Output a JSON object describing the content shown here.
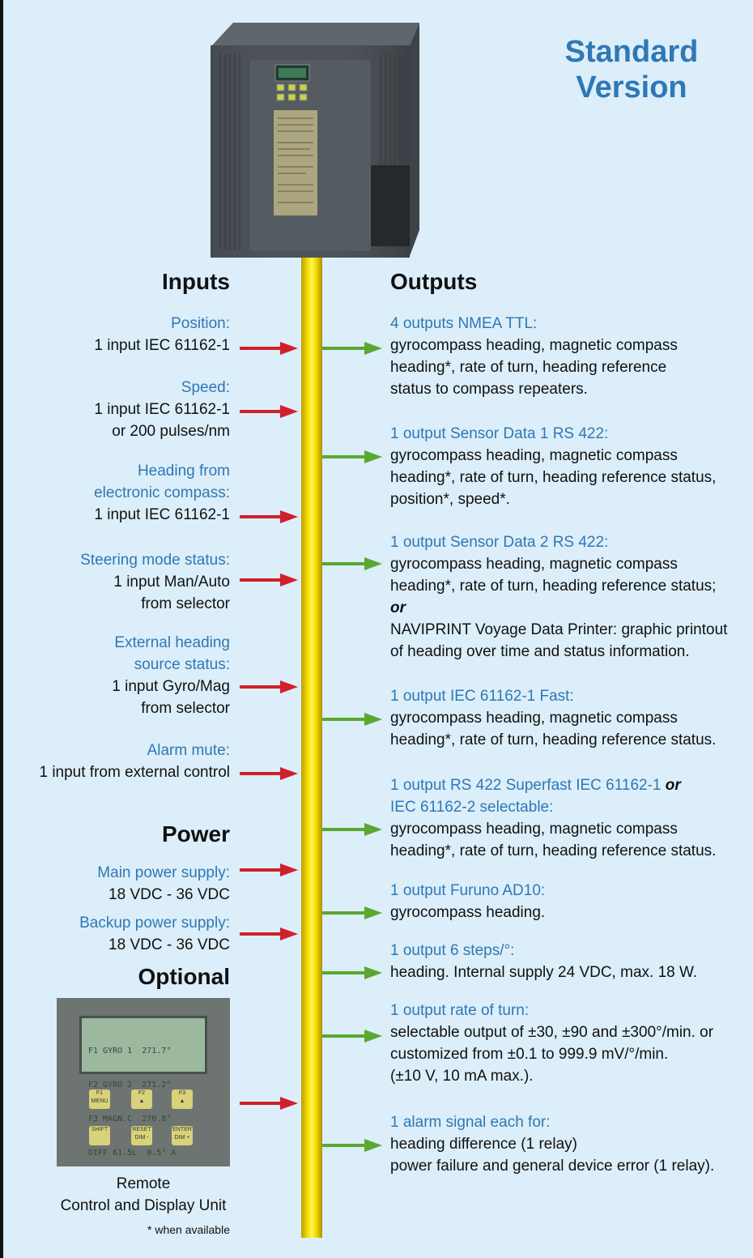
{
  "title": {
    "line1": "Standard",
    "line2": "Version"
  },
  "inputs_heading": "Inputs",
  "outputs_heading": "Outputs",
  "power_heading": "Power",
  "optional_heading": "Optional",
  "inputs": [
    {
      "label": "Position:",
      "lines": [
        "1 input IEC 61162-1"
      ]
    },
    {
      "label": "Speed:",
      "lines": [
        "1 input IEC 61162-1",
        "or 200 pulses/nm"
      ]
    },
    {
      "label_lines": [
        "Heading from",
        "electronic compass:"
      ],
      "lines": [
        "1 input IEC 61162-1"
      ]
    },
    {
      "label": "Steering mode status:",
      "lines": [
        "1 input Man/Auto",
        "from selector"
      ]
    },
    {
      "label_lines": [
        "External heading",
        "source status:"
      ],
      "lines": [
        "1 input Gyro/Mag",
        "from selector"
      ]
    },
    {
      "label": "Alarm mute:",
      "lines": [
        "1  input from external control"
      ]
    }
  ],
  "power": [
    {
      "label": "Main power supply:",
      "lines": [
        "18 VDC - 36 VDC"
      ]
    },
    {
      "label": "Backup power supply:",
      "lines": [
        "18 VDC - 36 VDC"
      ]
    }
  ],
  "remote_caption": [
    "Remote",
    "Control and Display Unit"
  ],
  "footnote": "* when available",
  "remote_display_lines": [
    "F1 GYRO 1  271.7°",
    "F2 GYRO 2  271.2°",
    "F3 MAGN.C  270.8°",
    "DIFF 61.5L  0.5° A"
  ],
  "remote_keys": [
    {
      "top": "F1",
      "bottom": "MENU"
    },
    {
      "top": "F2",
      "bottom": "▲"
    },
    {
      "top": "F3",
      "bottom": "▲"
    },
    {
      "top": "SHIFT",
      "bottom": ""
    },
    {
      "top": "RESET",
      "bottom": "DIM -"
    },
    {
      "top": "ENTER",
      "bottom": "DIM +"
    }
  ],
  "device_display": "",
  "outputs": [
    {
      "label": "4 outputs NMEA TTL:",
      "lines": [
        "gyrocompass heading, magnetic compass",
        "heading*, rate of turn, heading reference",
        "status to compass repeaters."
      ]
    },
    {
      "label": "1 output Sensor Data 1 RS 422:",
      "lines": [
        "gyrocompass heading, magnetic compass",
        "heading*, rate of turn, heading reference status,",
        "position*, speed*."
      ]
    },
    {
      "label": "1 output Sensor Data 2 RS 422:",
      "lines": [
        "gyrocompass heading, magnetic compass",
        "heading*, rate of turn, heading reference status;"
      ],
      "or_text": "or",
      "more_lines": [
        "NAVIPRINT Voyage Data Printer: graphic printout",
        "of heading over time and status information."
      ]
    },
    {
      "label": "1 output IEC 61162-1 Fast:",
      "lines": [
        "gyrocompass heading, magnetic compass",
        "heading*, rate of turn, heading reference status."
      ]
    },
    {
      "label": "1 output RS 422 Superfast IEC 61162-1",
      "label_or": "or",
      "label2": "IEC 61162-2 selectable:",
      "lines": [
        "gyrocompass heading, magnetic compass",
        "heading*, rate of turn, heading reference status."
      ]
    },
    {
      "label": "1 output Furuno AD10:",
      "lines": [
        "gyrocompass heading."
      ]
    },
    {
      "label": "1 output 6 steps/°:",
      "lines": [
        "heading. Internal supply 24 VDC, max. 18 W."
      ]
    },
    {
      "label": "1 output rate of turn:",
      "lines": [
        "selectable output of ±30, ±90 and ±300°/min. or",
        "customized from ±0.1 to 999.9 mV/°/min.",
        "(±10 V, 10 mA max.)."
      ]
    },
    {
      "label": "1 alarm signal each for:",
      "lines": [
        "heading difference (1 relay)",
        "power failure and general device error (1 relay)."
      ]
    }
  ],
  "colors": {
    "background": "#dceef9",
    "accent_blue": "#2e78b6",
    "input_arrow": "#d0202a",
    "output_arrow": "#5aa830",
    "pole": "#f4dc00"
  }
}
